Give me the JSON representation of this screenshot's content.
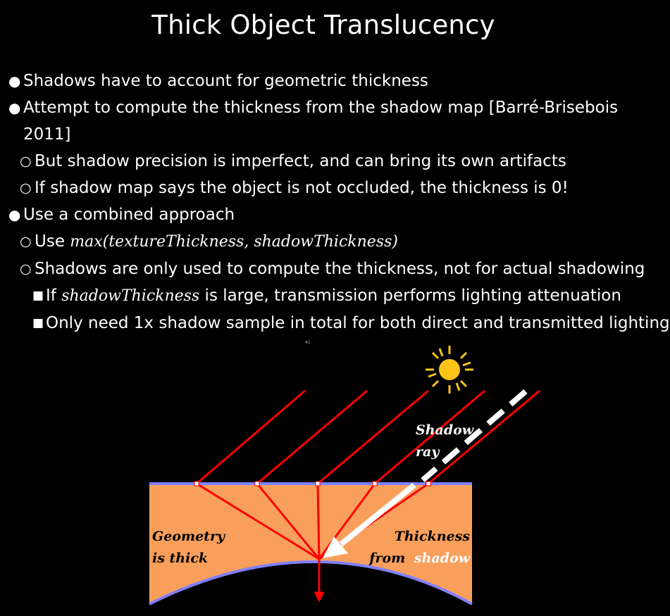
{
  "slide": {
    "title": "Thick Object Translucency",
    "page_mark": "41"
  },
  "bullets": [
    {
      "level": 1,
      "marker": "●",
      "text": "Shadows have to account for geometric thickness"
    },
    {
      "level": 1,
      "marker": "●",
      "text": "Attempt to compute the thickness from the shadow map [Barré-Brisebois",
      "cont": "2011]"
    },
    {
      "level": 2,
      "marker": "○",
      "text": "But shadow precision is imperfect, and can bring its own artifacts"
    },
    {
      "level": 2,
      "marker": "○",
      "text": "If shadow map says the object is not occluded, the thickness is 0!"
    },
    {
      "level": 1,
      "marker": "●",
      "text": "Use a combined approach"
    },
    {
      "level": 2,
      "marker": "○",
      "prefix": "Use ",
      "math": "max(textureThickness, shadowThickness)"
    },
    {
      "level": 2,
      "marker": "○",
      "text": "Shadows are only used to compute the thickness, not for actual shadowing"
    },
    {
      "level": 3,
      "marker": "■",
      "prefix": "If ",
      "math": "shadowThickness",
      "suffix": " is large, transmission performs lighting attenuation"
    },
    {
      "level": 3,
      "marker": "■",
      "text": "Only need 1x shadow sample in total for both direct and transmitted lighting"
    }
  ],
  "diagram": {
    "label_left_line1": "Geometry",
    "label_left_line2": "is thick",
    "label_right_line1": "Thickness",
    "label_right_from": "from",
    "label_right_shadow": "shadow",
    "label_ray_line1": "Shadow",
    "label_ray_line2": "ray",
    "icon": "sun-icon",
    "colors": {
      "background": "#000000",
      "slab": "#f89f5c",
      "surface": "#8080ff",
      "ray": "#ff0000",
      "sun": "#fcc419",
      "shadow_ray": "#ffffff"
    }
  }
}
